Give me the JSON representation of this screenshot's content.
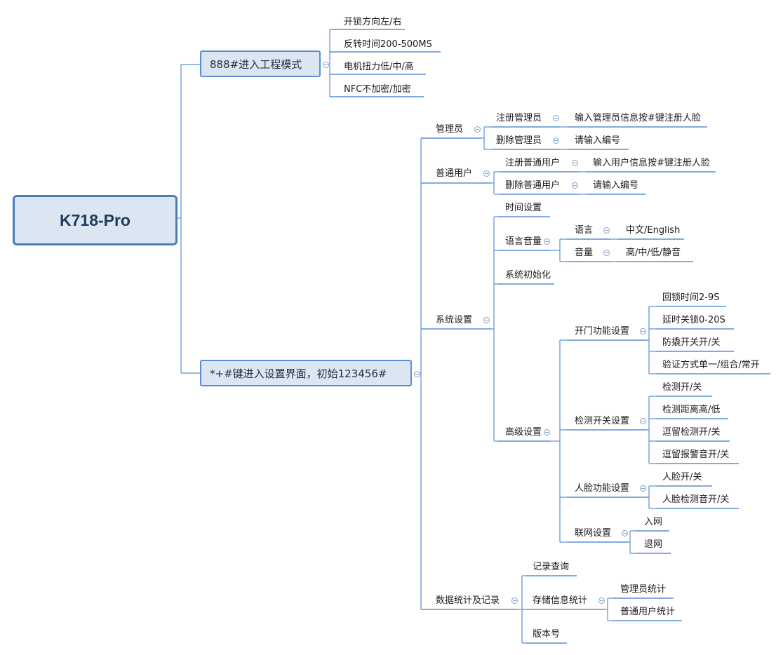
{
  "root": {
    "label": "K718-Pro"
  },
  "branches": {
    "engineering": {
      "label": "888#进入工程模式",
      "items": [
        "开锁方向左/右",
        "反转时间200-500MS",
        "电机扭力低/中/高",
        "NFC不加密/加密"
      ]
    },
    "settings": {
      "label": "*+#键进入设置界面，初始123456#",
      "admin": {
        "label": "管理员",
        "register": {
          "label": "注册管理员",
          "detail": "输入管理员信息按#键注册人脸"
        },
        "delete": {
          "label": "删除管理员",
          "detail": "请输入编号"
        }
      },
      "user": {
        "label": "普通用户",
        "register": {
          "label": "注册普通用户",
          "detail": "输入用户信息按#键注册人脸"
        },
        "delete": {
          "label": "删除普通用户",
          "detail": "请输入编号"
        }
      },
      "system": {
        "label": "系统设置",
        "time": "时间设置",
        "lang_volume": {
          "label": "语言音量",
          "language": {
            "label": "语言",
            "value": "中文/English"
          },
          "volume": {
            "label": "音量",
            "value": "高/中/低/静音"
          }
        },
        "init": "系统初始化",
        "advanced": {
          "label": "高级设置",
          "door": {
            "label": "开门功能设置",
            "items": [
              "回锁时间2-9S",
              "延时关锁0-20S",
              "防撬开关开/关",
              "验证方式单一/组合/常开"
            ]
          },
          "detect": {
            "label": "检测开关设置",
            "items": [
              "检测开/关",
              "检测距离高/低",
              "逗留检测开/关",
              "逗留报警音开/关"
            ]
          },
          "face": {
            "label": "人脸功能设置",
            "items": [
              "人脸开/关",
              "人脸检测音开/关"
            ]
          },
          "network": {
            "label": "联网设置",
            "items": [
              "入网",
              "退网"
            ]
          }
        }
      },
      "stats": {
        "label": "数据统计及记录",
        "query": "记录查询",
        "storage": {
          "label": "存储信息统计",
          "items": [
            "管理员统计",
            "普通用户统计"
          ]
        },
        "version": "版本号"
      }
    }
  }
}
